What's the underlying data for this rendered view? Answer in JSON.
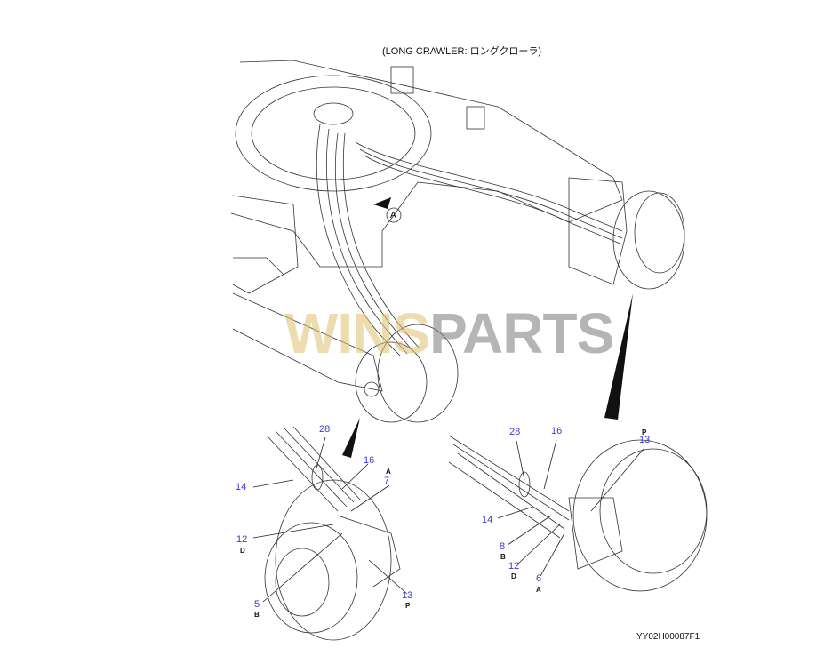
{
  "title": "(LONG CRAWLER: ロングクローラ)",
  "figure_id": "YY02H00087F1",
  "watermark": {
    "part1": "WINS",
    "part2": "PARTS"
  },
  "view_marker": "A",
  "left_detail": {
    "callouts": [
      {
        "num": "28",
        "port": ""
      },
      {
        "num": "16",
        "port": ""
      },
      {
        "num": "7",
        "port": "A"
      },
      {
        "num": "14",
        "port": ""
      },
      {
        "num": "12",
        "port": "D"
      },
      {
        "num": "5",
        "port": "B"
      },
      {
        "num": "13",
        "port": "P"
      }
    ]
  },
  "right_detail": {
    "callouts": [
      {
        "num": "28",
        "port": ""
      },
      {
        "num": "16",
        "port": ""
      },
      {
        "num": "13",
        "port": "P"
      },
      {
        "num": "14",
        "port": ""
      },
      {
        "num": "8",
        "port": "B"
      },
      {
        "num": "12",
        "port": "D"
      },
      {
        "num": "6",
        "port": "A"
      }
    ]
  },
  "colors": {
    "callout": "#3b3bd6",
    "line": "#222222"
  }
}
